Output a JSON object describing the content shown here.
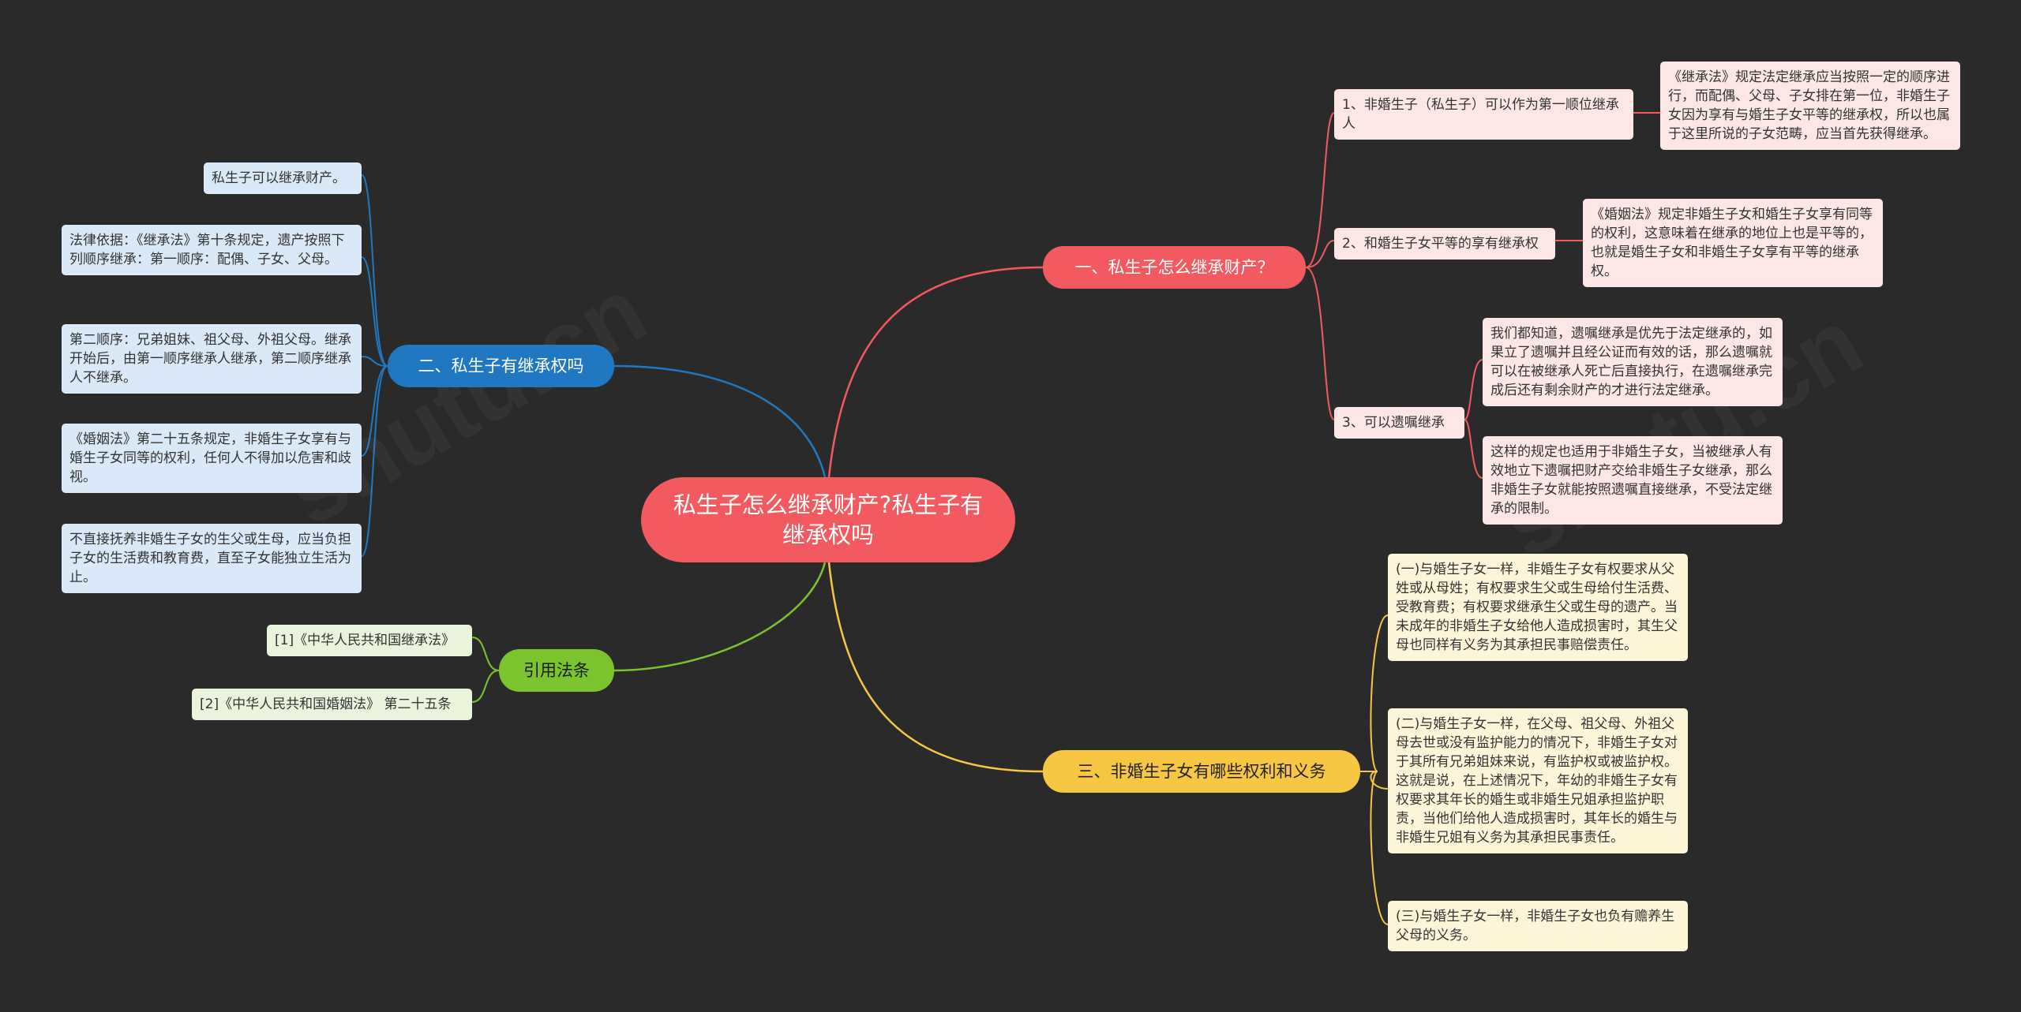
{
  "root": {
    "title": "私生子怎么继承财产?私生子有继承权吗"
  },
  "branch1": {
    "title": "一、私生子怎么继承财产？",
    "items": [
      {
        "label": "1、非婚生子（私生子）可以作为第一顺位继承人",
        "detail": "《继承法》规定法定继承应当按照一定的顺序进行，而配偶、父母、子女排在第一位，非婚生子女因为享有与婚生子女平等的继承权，所以也属于这里所说的子女范畴，应当首先获得继承。"
      },
      {
        "label": "2、和婚生子女平等的享有继承权",
        "detail": "《婚姻法》规定非婚生子女和婚生子女享有同等的权利，这意味着在继承的地位上也是平等的，也就是婚生子女和非婚生子女享有平等的继承权。"
      },
      {
        "label": "3、可以遗嘱继承",
        "details": [
          "我们都知道，遗嘱继承是优先于法定继承的，如果立了遗嘱并且经公证而有效的话，那么遗嘱就可以在被继承人死亡后直接执行，在遗嘱继承完成后还有剩余财产的才进行法定继承。",
          "这样的规定也适用于非婚生子女，当被继承人有效地立下遗嘱把财产交给非婚生子女继承，那么非婚生子女就能按照遗嘱直接继承，不受法定继承的限制。"
        ]
      }
    ]
  },
  "branch2": {
    "title": "二、私生子有继承权吗",
    "items": [
      "私生子可以继承财产。",
      "法律依据：《继承法》第十条规定，遗产按照下列顺序继承：第一顺序：配偶、子女、父母。",
      "第二顺序：兄弟姐妹、祖父母、外祖父母。继承开始后，由第一顺序继承人继承，第二顺序继承人不继承。",
      "《婚姻法》第二十五条规定，非婚生子女享有与婚生子女同等的权利，任何人不得加以危害和歧视。",
      "不直接抚养非婚生子女的生父或生母，应当负担子女的生活费和教育费，直至子女能独立生活为止。"
    ]
  },
  "branch3": {
    "title": "引用法条",
    "items": [
      "[1]《中华人民共和国继承法》",
      "[2]《中华人民共和国婚姻法》 第二十五条"
    ]
  },
  "branch4": {
    "title": "三、非婚生子女有哪些权利和义务",
    "items": [
      "(一)与婚生子女一样，非婚生子女有权要求从父姓或从母姓；有权要求生父或生母给付生活费、受教育费；有权要求继承生父或生母的遗产。当未成年的非婚生子女给他人造成损害时，其生父母也同样有义务为其承担民事赔偿责任。",
      "(二)与婚生子女一样，在父母、祖父母、外祖父母去世或没有监护能力的情况下，非婚生子女对于其所有兄弟姐妹来说，有监护权或被监护权。这就是说，在上述情况下，年幼的非婚生子女有权要求其年长的婚生或非婚生兄姐承担监护职责，当他们给他人造成损害时，其年长的婚生与非婚生兄姐有义务为其承担民事责任。",
      "(三)与婚生子女一样，非婚生子女也负有赡养生父母的义务。"
    ]
  },
  "colors": {
    "background": "#2a2a2a",
    "red": "#f25a5f",
    "blue": "#1f78c1",
    "green": "#7bc42e",
    "yellow": "#f7c743"
  }
}
